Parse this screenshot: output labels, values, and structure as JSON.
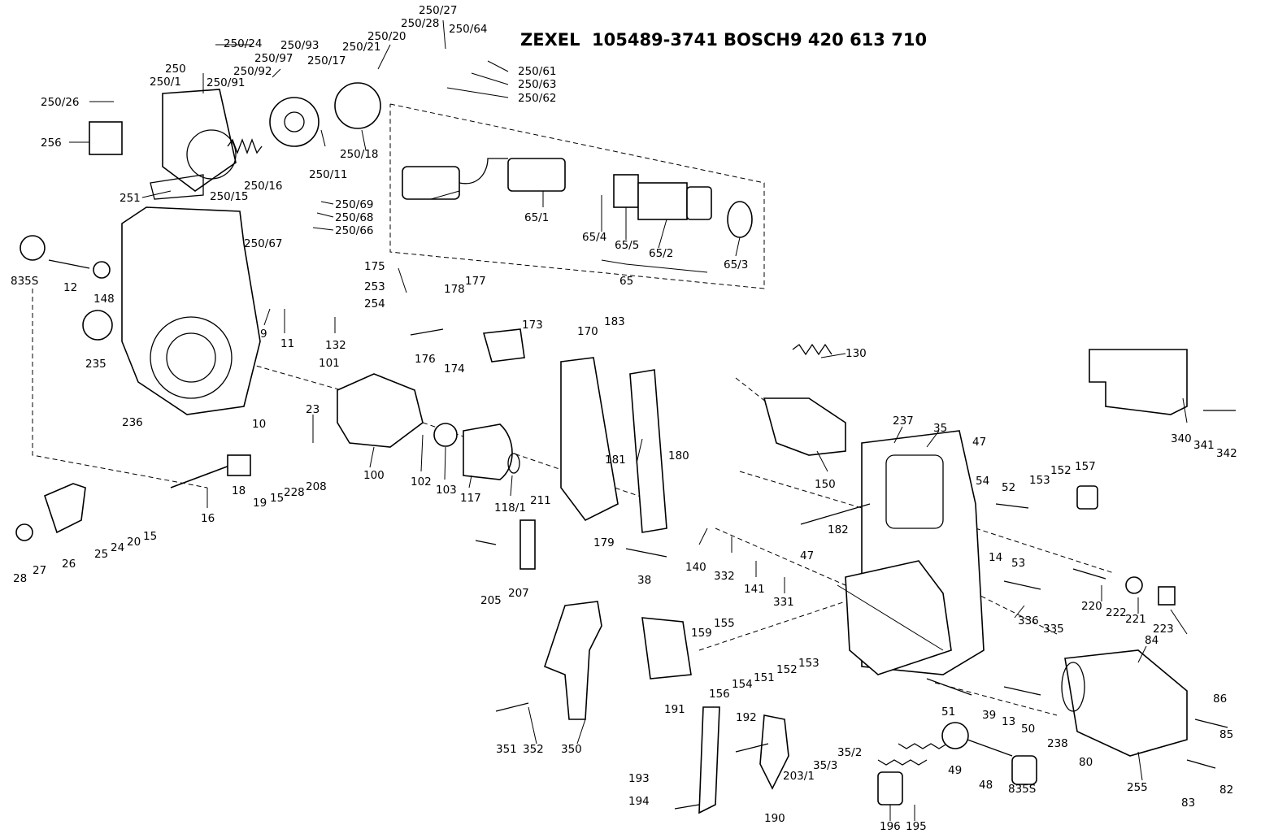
{
  "header": {
    "maker1": "ZEXEL",
    "part1": "105489-3741",
    "maker2": "BOSCH",
    "part2": "9 420 613 710"
  },
  "labels": {
    "l250_27": "250/27",
    "l250_28": "250/28",
    "l250_64": "250/64",
    "l250_20": "250/20",
    "l250_24": "250/24",
    "l250_93": "250/93",
    "l250_21": "250/21",
    "l250_97": "250/97",
    "l250_17": "250/17",
    "l250_92": "250/92",
    "l250": "250",
    "l250_1": "250/1",
    "l250_91": "250/91",
    "l250_61": "250/61",
    "l250_63": "250/63",
    "l250_62": "250/62",
    "l250_26": "250/26",
    "l256": "256",
    "l250_18": "250/18",
    "l250_11": "250/11",
    "l250_16": "250/16",
    "l250_15": "250/15",
    "l251": "251",
    "l250_69": "250/69",
    "l250_68": "250/68",
    "l250_66": "250/66",
    "l250_67": "250/67",
    "l65_1": "65/1",
    "l65_4": "65/4",
    "l65_5": "65/5",
    "l65_2": "65/2",
    "l65_3": "65/3",
    "l65": "65",
    "l835s_a": "835S",
    "l12": "12",
    "l148": "148",
    "l235": "235",
    "l236": "236",
    "l9": "9",
    "l11": "11",
    "l132": "132",
    "l175": "175",
    "l253": "253",
    "l254": "254",
    "l178": "178",
    "l177": "177",
    "l173": "173",
    "l176": "176",
    "l174": "174",
    "l170": "170",
    "l183": "183",
    "l130": "130",
    "l101": "101",
    "l10": "10",
    "l23": "23",
    "l100": "100",
    "l102": "102",
    "l103": "103",
    "l117": "117",
    "l118_1": "118/1",
    "l181": "181",
    "l180": "180",
    "l150": "150",
    "l237": "237",
    "l35": "35",
    "l47a": "47",
    "l54": "54",
    "l52": "52",
    "l153a": "153",
    "l152a": "152",
    "l157": "157",
    "l340": "340",
    "l341": "341",
    "l342": "342",
    "l16": "16",
    "l18": "18",
    "l19": "19",
    "l15a": "15",
    "l228": "228",
    "l208": "208",
    "l28": "28",
    "l27": "27",
    "l26": "26",
    "l25": "25",
    "l24": "24",
    "l20": "20",
    "l15b": "15",
    "l211": "211",
    "l205": "205",
    "l207": "207",
    "l179": "179",
    "l38": "38",
    "l140": "140",
    "l332": "332",
    "l141": "141",
    "l331": "331",
    "l182": "182",
    "l47b": "47",
    "l14": "14",
    "l53": "53",
    "l220": "220",
    "l222": "222",
    "l221": "221",
    "l223": "223",
    "l159": "159",
    "l155": "155",
    "l156": "156",
    "l154": "154",
    "l151": "151",
    "l152b": "152",
    "l153b": "153",
    "l191": "191",
    "l336": "336",
    "l335": "335",
    "l84": "84",
    "l39": "39",
    "l13": "13",
    "l50": "50",
    "l51": "51",
    "l238": "238",
    "l80": "80",
    "l86": "86",
    "l85": "85",
    "l82": "82",
    "l83": "83",
    "l255": "255",
    "l351": "351",
    "l352": "352",
    "l350": "350",
    "l192": "192",
    "l193": "193",
    "l194": "194",
    "l190": "190",
    "l203_1": "203/1",
    "l35_3": "35/3",
    "l35_2": "35/2",
    "l196": "196",
    "l195": "195",
    "l49": "49",
    "l48": "48",
    "l835s_b": "835S"
  }
}
